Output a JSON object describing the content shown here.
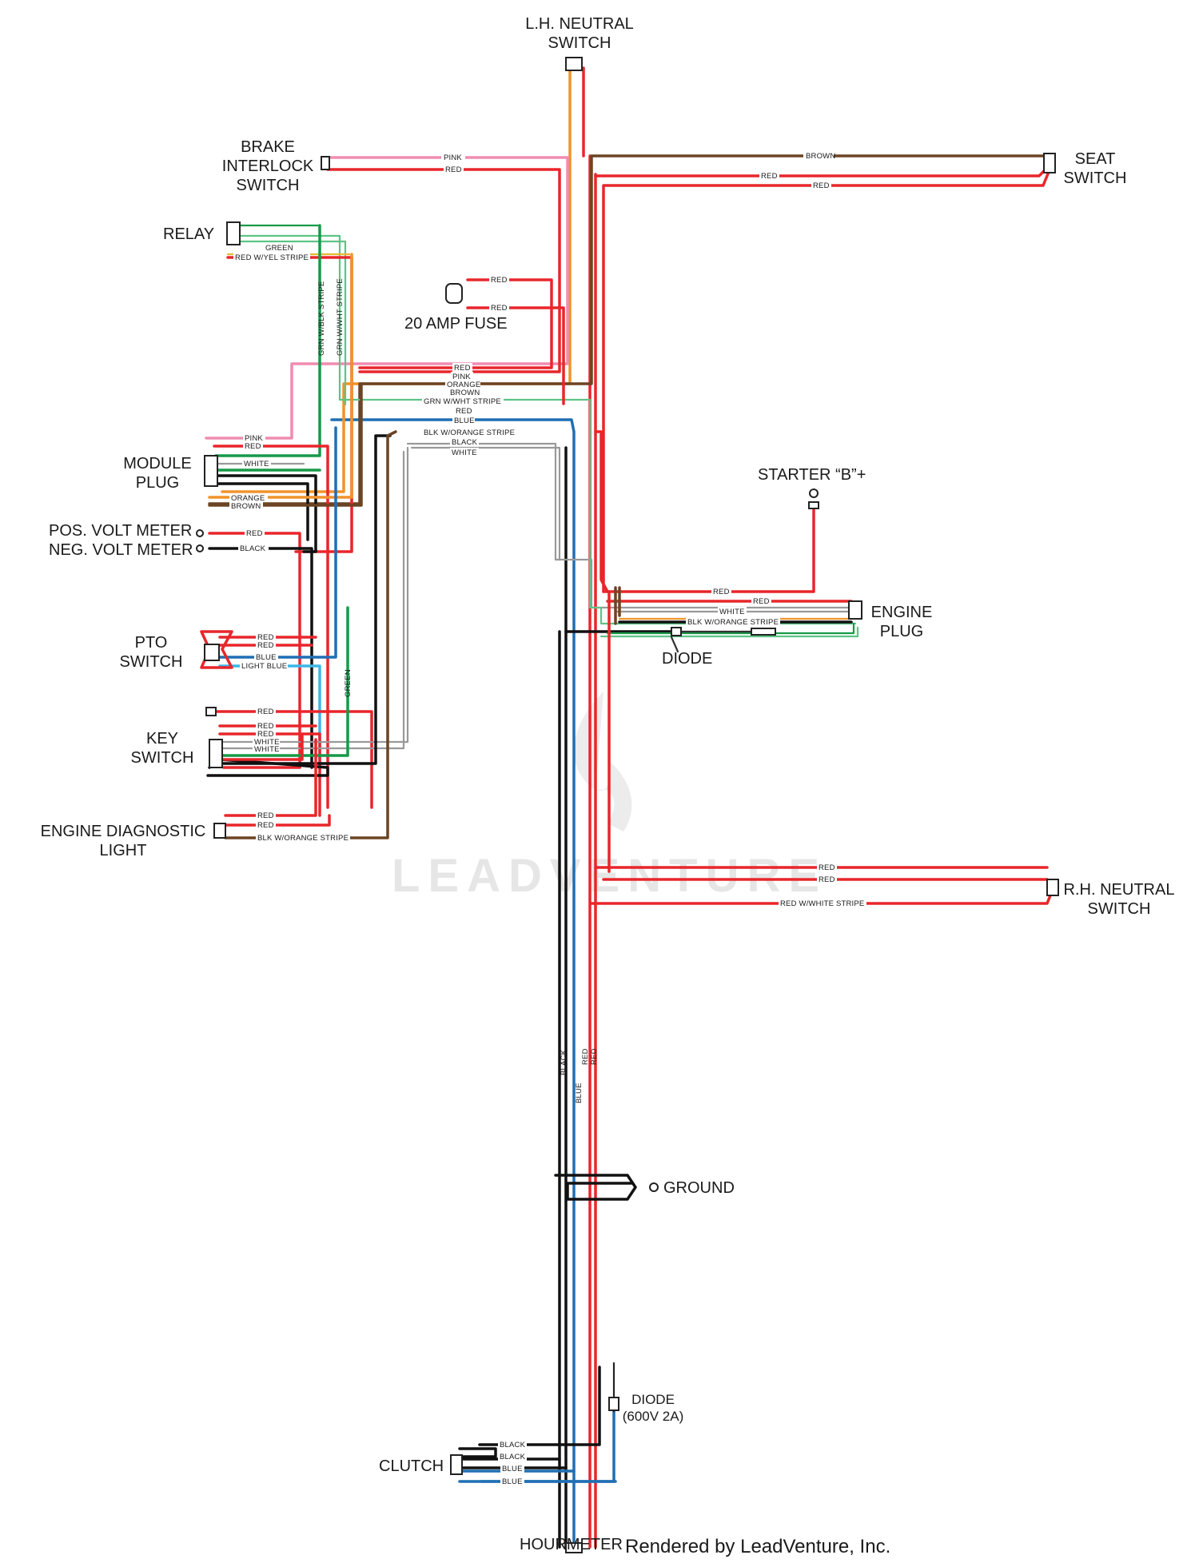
{
  "components": {
    "lh_neutral_switch": [
      "L.H. NEUTRAL",
      "SWITCH"
    ],
    "brake_interlock_switch": [
      "BRAKE",
      "INTERLOCK",
      "SWITCH"
    ],
    "seat_switch": [
      "SEAT",
      "SWITCH"
    ],
    "relay": "RELAY",
    "fuse": "20 AMP FUSE",
    "module_plug": [
      "MODULE",
      "PLUG"
    ],
    "pos_volt_meter": "POS. VOLT METER",
    "neg_volt_meter": "NEG. VOLT METER",
    "starter_b": "STARTER “B”+",
    "engine_plug": [
      "ENGINE",
      "PLUG"
    ],
    "diode_engine": "DIODE",
    "pto_switch": [
      "PTO",
      "SWITCH"
    ],
    "key_switch": [
      "KEY",
      "SWITCH"
    ],
    "engine_diagnostic_light": [
      "ENGINE DIAGNOSTIC",
      "LIGHT"
    ],
    "rh_neutral_switch": [
      "R.H. NEUTRAL",
      "SWITCH"
    ],
    "ground": "GROUND",
    "diode_clutch": [
      "DIODE",
      "(600V 2A)"
    ],
    "clutch": "CLUTCH",
    "hourmeter": "HOURMETER"
  },
  "wire_labels": {
    "pink": "PINK",
    "red": "RED",
    "brown": "BROWN",
    "green": "GREEN",
    "red_yel_stripe": "RED W/YEL STRIPE",
    "grn_blk_stripe": "GRN W/BLK STRIPE",
    "grn_wht_stripe": "GRN W/WHT STRIPE",
    "orange": "ORANGE",
    "blue": "BLUE",
    "blk_orange_stripe": "BLK W/ORANGE STRIPE",
    "black": "BLACK",
    "white": "WHITE",
    "light_blue": "LIGHT BLUE",
    "red_white_stripe": "RED W/WHITE STRIPE"
  },
  "wire_colors": {
    "red": "#e8262b",
    "pink": "#f08cb0",
    "brown": "#6b4424",
    "orange": "#f0932b",
    "green": "#169a48",
    "light_green": "#5cc486",
    "blue": "#1f6fb4",
    "light_blue": "#3bb7e6",
    "black": "#111111",
    "white": "#999999",
    "yellow": "#e6b830"
  },
  "watermark": "LEADVENTURE",
  "credit": "Rendered by LeadVenture, Inc."
}
